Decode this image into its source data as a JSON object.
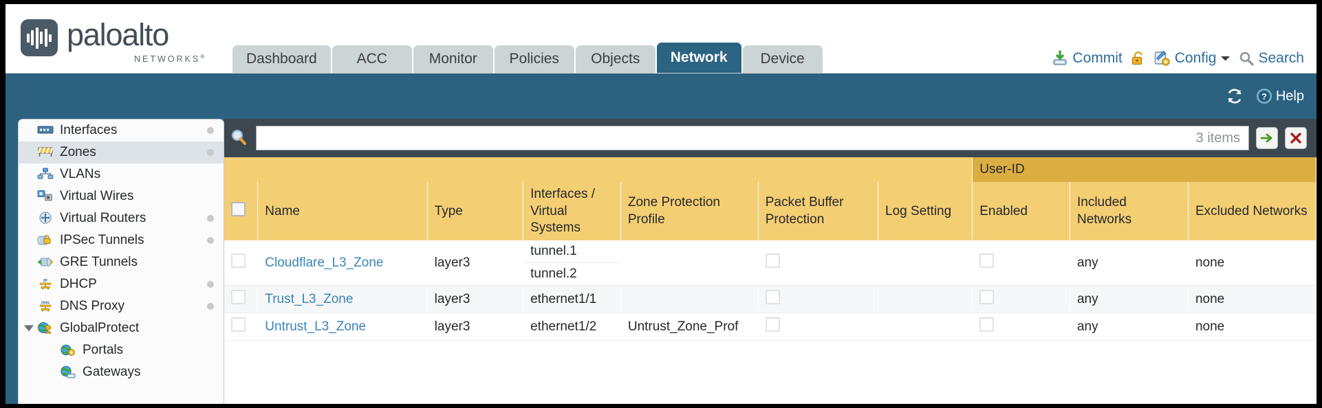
{
  "brand": {
    "name": "paloalto",
    "tagline": "NETWORKS",
    "registered": "®"
  },
  "nav": {
    "tabs": [
      {
        "label": "Dashboard",
        "active": false
      },
      {
        "label": "ACC",
        "active": false
      },
      {
        "label": "Monitor",
        "active": false
      },
      {
        "label": "Policies",
        "active": false
      },
      {
        "label": "Objects",
        "active": false
      },
      {
        "label": "Network",
        "active": true
      },
      {
        "label": "Device",
        "active": false
      }
    ]
  },
  "toolbar": {
    "commit_label": "Commit",
    "commit_icon": "commit-save-icon",
    "lock_icon": "padlock-icon",
    "config_label": "Config",
    "config_icon": "config-wrench-icon",
    "config_caret": "chevron-down-icon",
    "search_label": "Search",
    "search_icon": "magnifier-icon"
  },
  "subbar": {
    "refresh_icon": "refresh-icon",
    "help_label": "Help",
    "help_icon": "help-question-icon"
  },
  "sidebar": {
    "items": [
      {
        "label": "Interfaces",
        "icon": "interfaces-icon",
        "dot": true,
        "child": false,
        "selected": false,
        "caret": false
      },
      {
        "label": "Zones",
        "icon": "zones-icon",
        "dot": true,
        "child": false,
        "selected": true,
        "caret": false
      },
      {
        "label": "VLANs",
        "icon": "vlans-icon",
        "dot": false,
        "child": false,
        "selected": false,
        "caret": false
      },
      {
        "label": "Virtual Wires",
        "icon": "virtual-wires-icon",
        "dot": false,
        "child": false,
        "selected": false,
        "caret": false
      },
      {
        "label": "Virtual Routers",
        "icon": "virtual-routers-icon",
        "dot": true,
        "child": false,
        "selected": false,
        "caret": false
      },
      {
        "label": "IPSec Tunnels",
        "icon": "ipsec-tunnels-icon",
        "dot": true,
        "child": false,
        "selected": false,
        "caret": false
      },
      {
        "label": "GRE Tunnels",
        "icon": "gre-tunnels-icon",
        "dot": false,
        "child": false,
        "selected": false,
        "caret": false
      },
      {
        "label": "DHCP",
        "icon": "dhcp-icon",
        "dot": true,
        "child": false,
        "selected": false,
        "caret": false
      },
      {
        "label": "DNS Proxy",
        "icon": "dns-proxy-icon",
        "dot": true,
        "child": false,
        "selected": false,
        "caret": false
      },
      {
        "label": "GlobalProtect",
        "icon": "globalprotect-icon",
        "dot": false,
        "child": false,
        "selected": false,
        "caret": true
      },
      {
        "label": "Portals",
        "icon": "portals-icon",
        "dot": false,
        "child": true,
        "selected": false,
        "caret": false
      },
      {
        "label": "Gateways",
        "icon": "gateways-icon",
        "dot": false,
        "child": true,
        "selected": false,
        "caret": false
      }
    ]
  },
  "search": {
    "icon": "magnifier-search-icon",
    "value": "",
    "placeholder": "",
    "items_count": "3 items",
    "apply_icon": "green-arrow-icon",
    "clear_icon": "red-x-icon"
  },
  "table": {
    "group_headers": [
      {
        "label": "",
        "span": 7
      },
      {
        "label": "User-ID",
        "span": 3
      }
    ],
    "columns": [
      "Name",
      "Type",
      "Interfaces / Virtual Systems",
      "Zone Protection Profile",
      "Packet Buffer Protection",
      "Log Setting",
      "Enabled",
      "Included Networks",
      "Excluded Networks"
    ],
    "select_all_checkbox": "select-all-checkbox",
    "rows": [
      {
        "selected": false,
        "name": "Cloudflare_L3_Zone",
        "type": "layer3",
        "interfaces": [
          "tunnel.1",
          "tunnel.2"
        ],
        "zone_protection_profile": "",
        "packet_buffer_protection": false,
        "log_setting": "",
        "userid_enabled": false,
        "included_networks": "any",
        "excluded_networks": "none"
      },
      {
        "selected": false,
        "name": "Trust_L3_Zone",
        "type": "layer3",
        "interfaces": [
          "ethernet1/1"
        ],
        "zone_protection_profile": "",
        "packet_buffer_protection": false,
        "log_setting": "",
        "userid_enabled": false,
        "included_networks": "any",
        "excluded_networks": "none"
      },
      {
        "selected": false,
        "name": "Untrust_L3_Zone",
        "type": "layer3",
        "interfaces": [
          "ethernet1/2"
        ],
        "zone_protection_profile": "Untrust_Zone_Prof",
        "packet_buffer_protection": false,
        "log_setting": "",
        "userid_enabled": false,
        "included_networks": "any",
        "excluded_networks": "none"
      }
    ]
  },
  "colors": {
    "brand_dark": "#414d57",
    "tab_active": "#2b6382",
    "tab_inactive": "#ccd5d6",
    "blue_bar": "#2c6280",
    "header_yellow": "#f4ce73",
    "group_yellow": "#dcae42",
    "link_blue": "#3a84b8",
    "search_bar": "#3c4750"
  }
}
